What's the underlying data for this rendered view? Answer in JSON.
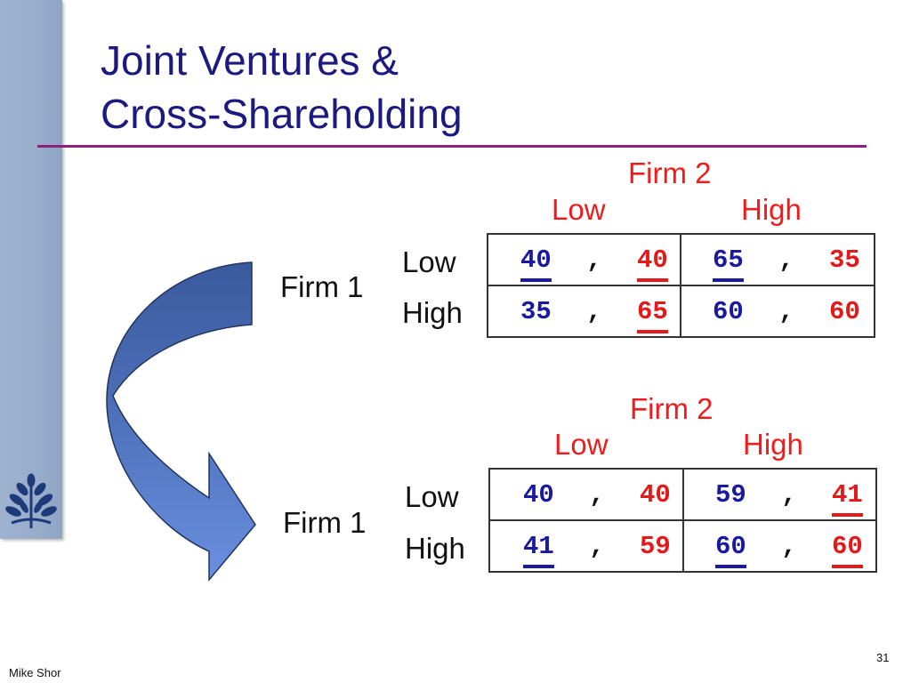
{
  "slide": {
    "title_line1": "Joint Ventures &",
    "title_line2": "Cross-Shareholding",
    "author": "Mike Shor",
    "page_number": "31"
  },
  "colors": {
    "title": "#1c1a80",
    "accent_rule": "#8e1f7e",
    "firm2_red": "#ee1c1c",
    "payoff_blue": "#1a1aa0",
    "payoff_red": "#e41a1a",
    "sidebar": "#97adca"
  },
  "icons": {
    "logo": "oak-leaf-emblem-icon",
    "arrow": "curved-arrow-icon"
  },
  "matrices": [
    {
      "col_player": "Firm 2",
      "row_player": "Firm 1",
      "col_labels": [
        "Low",
        "High"
      ],
      "row_labels": [
        "Low",
        "High"
      ],
      "cells": [
        [
          {
            "p1": "40",
            "p2": "40",
            "sep": ","
          },
          {
            "p1": "65",
            "p2": "35",
            "sep": ","
          }
        ],
        [
          {
            "p1": "35",
            "p2": "65",
            "sep": ","
          },
          {
            "p1": "60",
            "p2": "60",
            "sep": ","
          }
        ]
      ]
    },
    {
      "col_player": "Firm 2",
      "row_player": "Firm 1",
      "col_labels": [
        "Low",
        "High"
      ],
      "row_labels": [
        "Low",
        "High"
      ],
      "cells": [
        [
          {
            "p1": "40",
            "p2": "40",
            "sep": ","
          },
          {
            "p1": "59",
            "p2": "41",
            "sep": ","
          }
        ],
        [
          {
            "p1": "41",
            "p2": "59",
            "sep": ","
          },
          {
            "p1": "60",
            "p2": "60",
            "sep": ","
          }
        ]
      ]
    }
  ]
}
